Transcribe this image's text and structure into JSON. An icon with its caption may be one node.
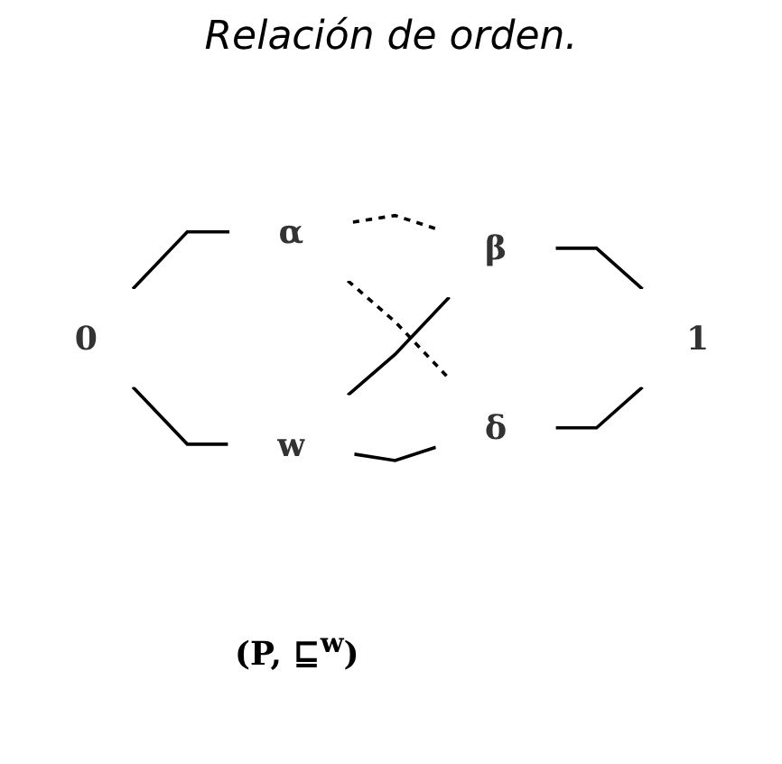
{
  "diagram": {
    "title": "Relación de orden.",
    "nodes": [
      {
        "text": [
          "0"
        ]
      },
      {
        "text": [
          "α"
        ]
      },
      {
        "text": [
          "β"
        ]
      },
      {
        "text": [
          "1"
        ]
      },
      {
        "text": [
          "δ"
        ]
      },
      {
        "text": [
          "w"
        ]
      }
    ],
    "edges": [
      {
        "from": 0,
        "to": 1,
        "arrow": "none"
      },
      {
        "from": 1,
        "to": 2,
        "arrow": "none",
        "style": "dashed"
      },
      {
        "from": 2,
        "to": 3,
        "arrow": "none"
      },
      {
        "from": 0,
        "to": 5,
        "arrow": "none"
      },
      {
        "from": 5,
        "to": 2,
        "arrow": "none"
      },
      {
        "from": 5,
        "to": 4,
        "arrow": "none"
      },
      {
        "from": 4,
        "to": 3,
        "arrow": "none"
      },
      {
        "from": 1,
        "to": 4,
        "arrow": "none",
        "style": "dashed"
      }
    ],
    "labels": [
      "(P, ⊑$^{w}$)"
    ]
  }
}
